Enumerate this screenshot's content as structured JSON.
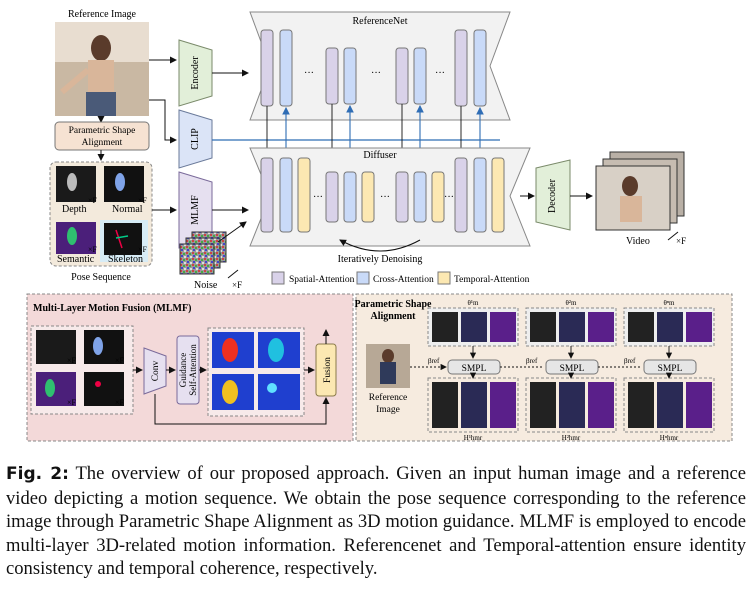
{
  "figure": {
    "top": {
      "reference_image": "Reference Image",
      "psa_box": "Parametric Shape Alignment",
      "encoder": "Encoder",
      "clip": "CLIP",
      "mlmf": "MLMF",
      "referencenet": "ReferenceNet",
      "diffuser": "Diffuser",
      "dots": "···",
      "iterative": "Iteratively Denoising",
      "decoder": "Decoder",
      "video": "Video",
      "times_f": "×F",
      "noise": "Noise",
      "pose_labels": [
        "Depth",
        "Normal",
        "Semantic",
        "Skeleton"
      ],
      "pose_sequence": "Pose Sequence",
      "legend": [
        "Spatial-Attention",
        "Cross-Attention",
        "Temporal-Attention"
      ]
    },
    "mlmf_panel": {
      "title": "Multi-Layer Motion Fusion (MLMF)",
      "conv": "Conv",
      "guidance": "Guidance Self-Attention",
      "fusion": "Fusion",
      "times_f": "×F"
    },
    "psa_panel": {
      "title": "Parametric Shape Alignment",
      "reference_image": "Reference Image",
      "smpl": "SMPL",
      "theta": [
        "θ¹m",
        "θ²m",
        "θⁿm"
      ],
      "beta": [
        "βref",
        "βref",
        "βref"
      ],
      "h": [
        "H¹hmr",
        "H²hmr",
        "Hⁿhmr"
      ]
    },
    "colors": {
      "spatial": "#d9d2e9",
      "cross": "#c9daf8",
      "temporal": "#fce8b2",
      "module_green": "#e2efd9",
      "module_blue": "#dbe4f7",
      "module_purple": "#e6e0f0",
      "mlmf_bg": "#f3d9d9",
      "psa_bg": "#f6ebdf"
    }
  },
  "caption": {
    "label": "Fig. 2:",
    "text": "The overview of our proposed approach. Given an input human image and a reference video depicting a motion sequence. We obtain the pose sequence corresponding to the reference image through Parametric Shape Alignment as 3D motion guidance. MLMF is employed to encode multi-layer 3D-related motion information. Referencenet and Temporal-attention ensure identity consistency and temporal coherence, respectively."
  }
}
